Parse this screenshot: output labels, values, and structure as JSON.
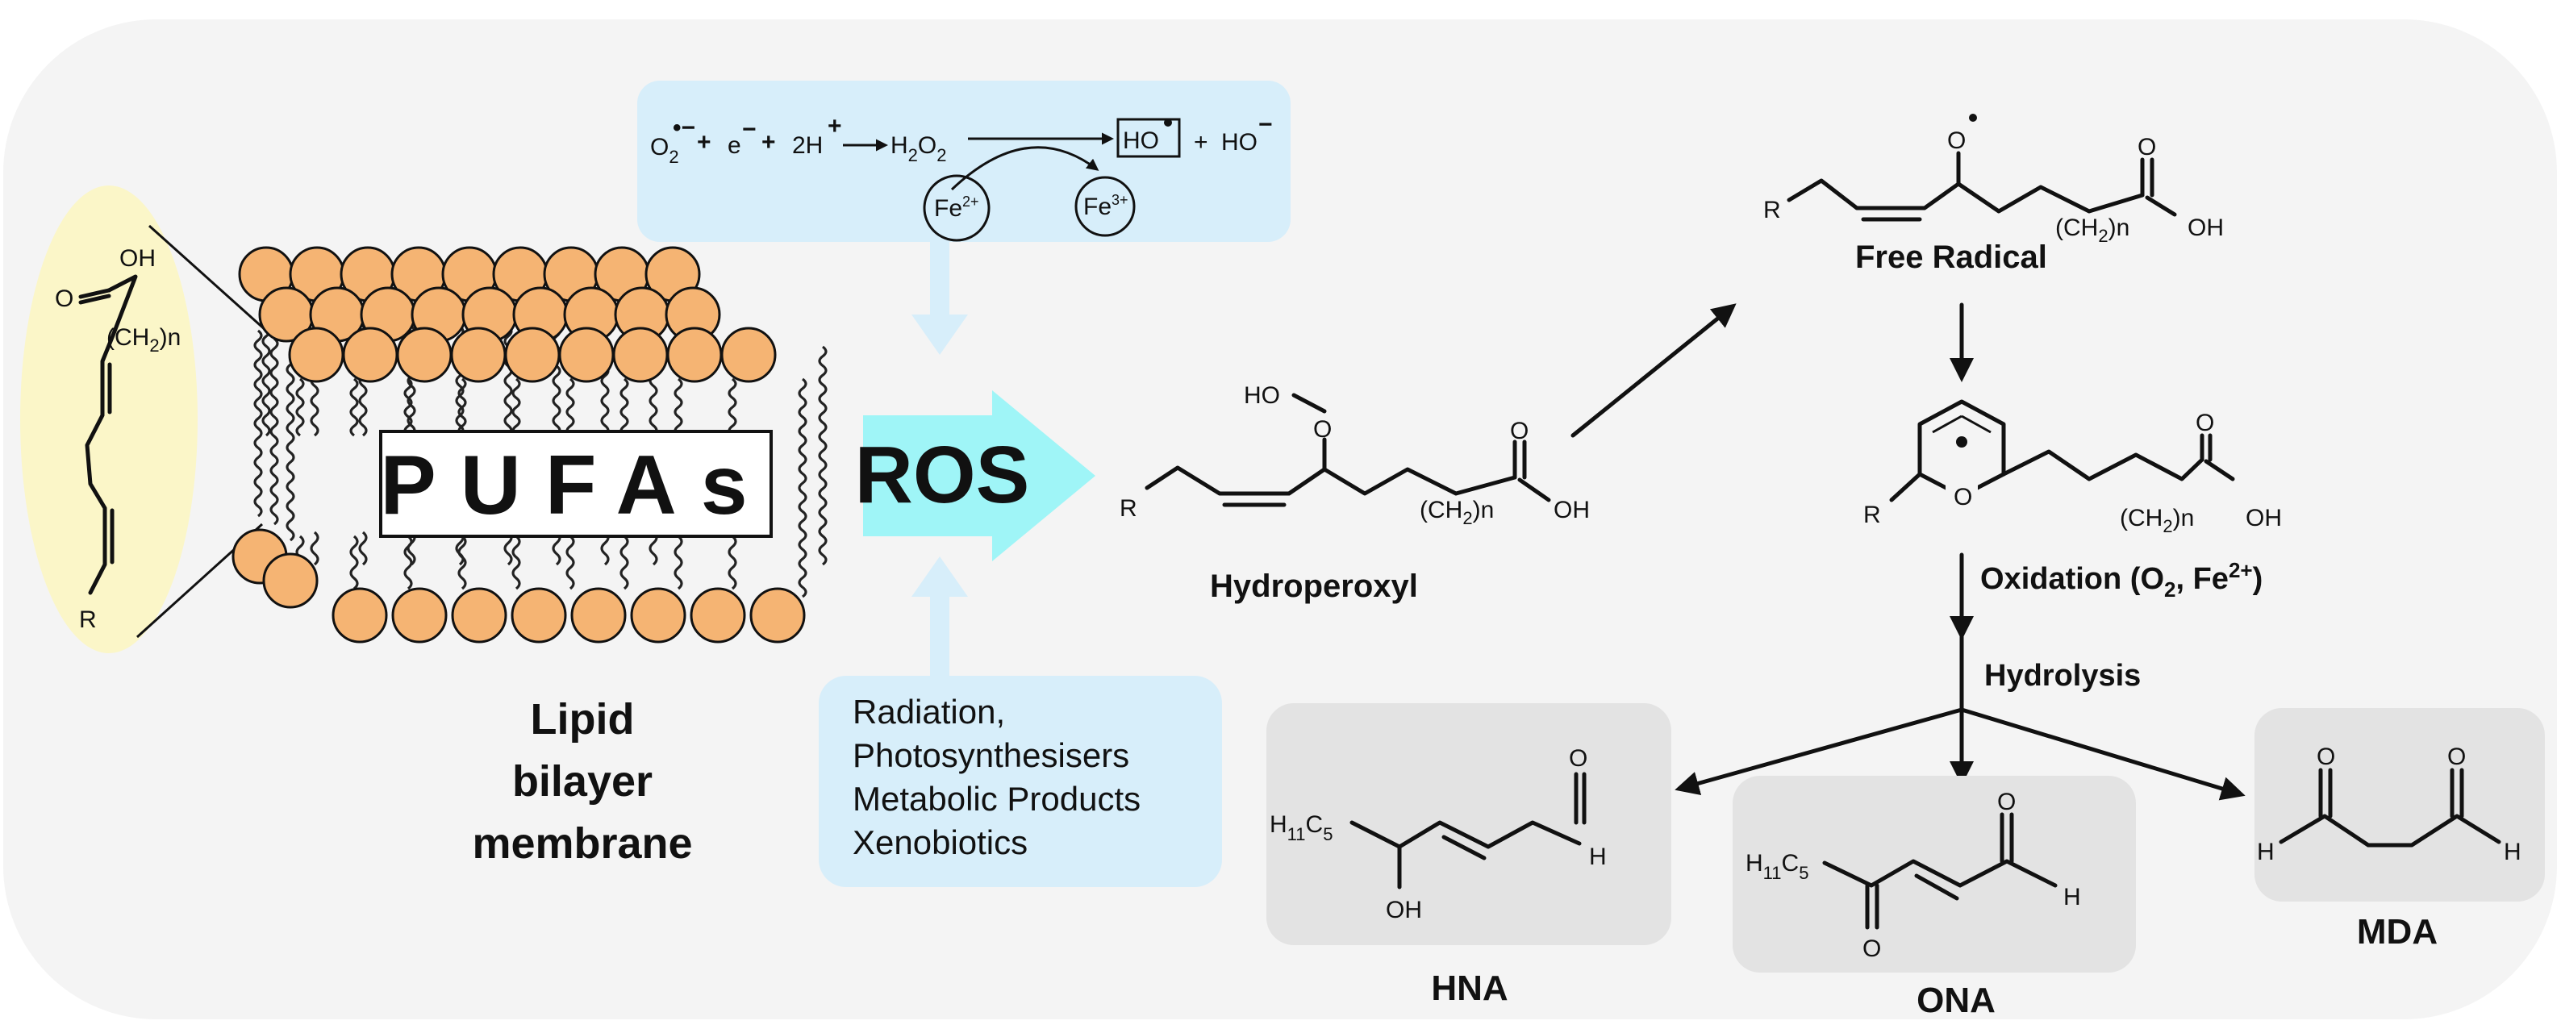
{
  "colors": {
    "background": "#f4f4f4",
    "head_fill": "#f5b473",
    "pufa_highlight": "#fbf6c8",
    "info_box": "#d7eefa",
    "ros_arrow": "#9ff5f7",
    "product_box": "#e3e3e3"
  },
  "membrane": {
    "pufas_label": "PUFAs",
    "caption_line1": "Lipid",
    "caption_line2": "bilayer",
    "caption_line3": "membrane"
  },
  "pufa_structure": {
    "oh": "OH",
    "o": "O",
    "chain": "(CH",
    "chain_sub": "2",
    "chain_end": ")n",
    "r": "R"
  },
  "reaction_box": {
    "o2": "O",
    "o2_sub": "2",
    "plus1": "+",
    "e": "e",
    "plus2": "+",
    "h": "2H",
    "h2o2": "H",
    "h2o2_sub1": "2",
    "h2o2_o": "O",
    "h2o2_sub2": "2",
    "hydroxyl_radical": "HO",
    "plus3": "+",
    "hydroxide": "HO",
    "fe_in": "Fe",
    "fe_in_charge": "2+",
    "fe_out": "Fe",
    "fe_out_charge": "3+"
  },
  "ros": {
    "label": "ROS"
  },
  "sources_box": {
    "line1": "Radiation,",
    "line2": "Photosynthesisers",
    "line3": "Metabolic Products",
    "line4": "Xenobiotics"
  },
  "hydroperoxyl": {
    "label": "Hydroperoxyl",
    "ho": "HO",
    "o": "O",
    "r": "R",
    "o_acid": "O",
    "chain": "(CH",
    "chain_sub": "2",
    "chain_end": ")n",
    "oh": "OH"
  },
  "free_radical": {
    "label": "Free Radical",
    "o_rad": "O",
    "r": "R",
    "o_acid": "O",
    "chain": "(CH",
    "chain_sub": "2",
    "chain_end": ")n",
    "oh": "OH"
  },
  "cyclic": {
    "r": "R",
    "o_ring": "O",
    "o_acid": "O",
    "chain": "(CH",
    "chain_sub": "2",
    "chain_end": ")n",
    "oh": "OH"
  },
  "steps": {
    "oxidation": "Oxidation (O",
    "oxidation_sub": "2",
    "oxidation_mid": ", Fe",
    "oxidation_sup": "2+",
    "oxidation_end": ")",
    "hydrolysis": "Hydrolysis"
  },
  "products": {
    "hna": {
      "label": "HNA",
      "h": "H",
      "h_sub": "11",
      "c": "C",
      "c_sub": "5",
      "oh": "OH",
      "o": "O",
      "h_end": "H"
    },
    "ona": {
      "label": "ONA",
      "h": "H",
      "h_sub": "11",
      "c": "C",
      "c_sub": "5",
      "o_keto": "O",
      "o": "O",
      "h_end": "H"
    },
    "mda": {
      "label": "MDA",
      "o1": "O",
      "o2": "O",
      "h1": "H",
      "h2": "H"
    }
  }
}
